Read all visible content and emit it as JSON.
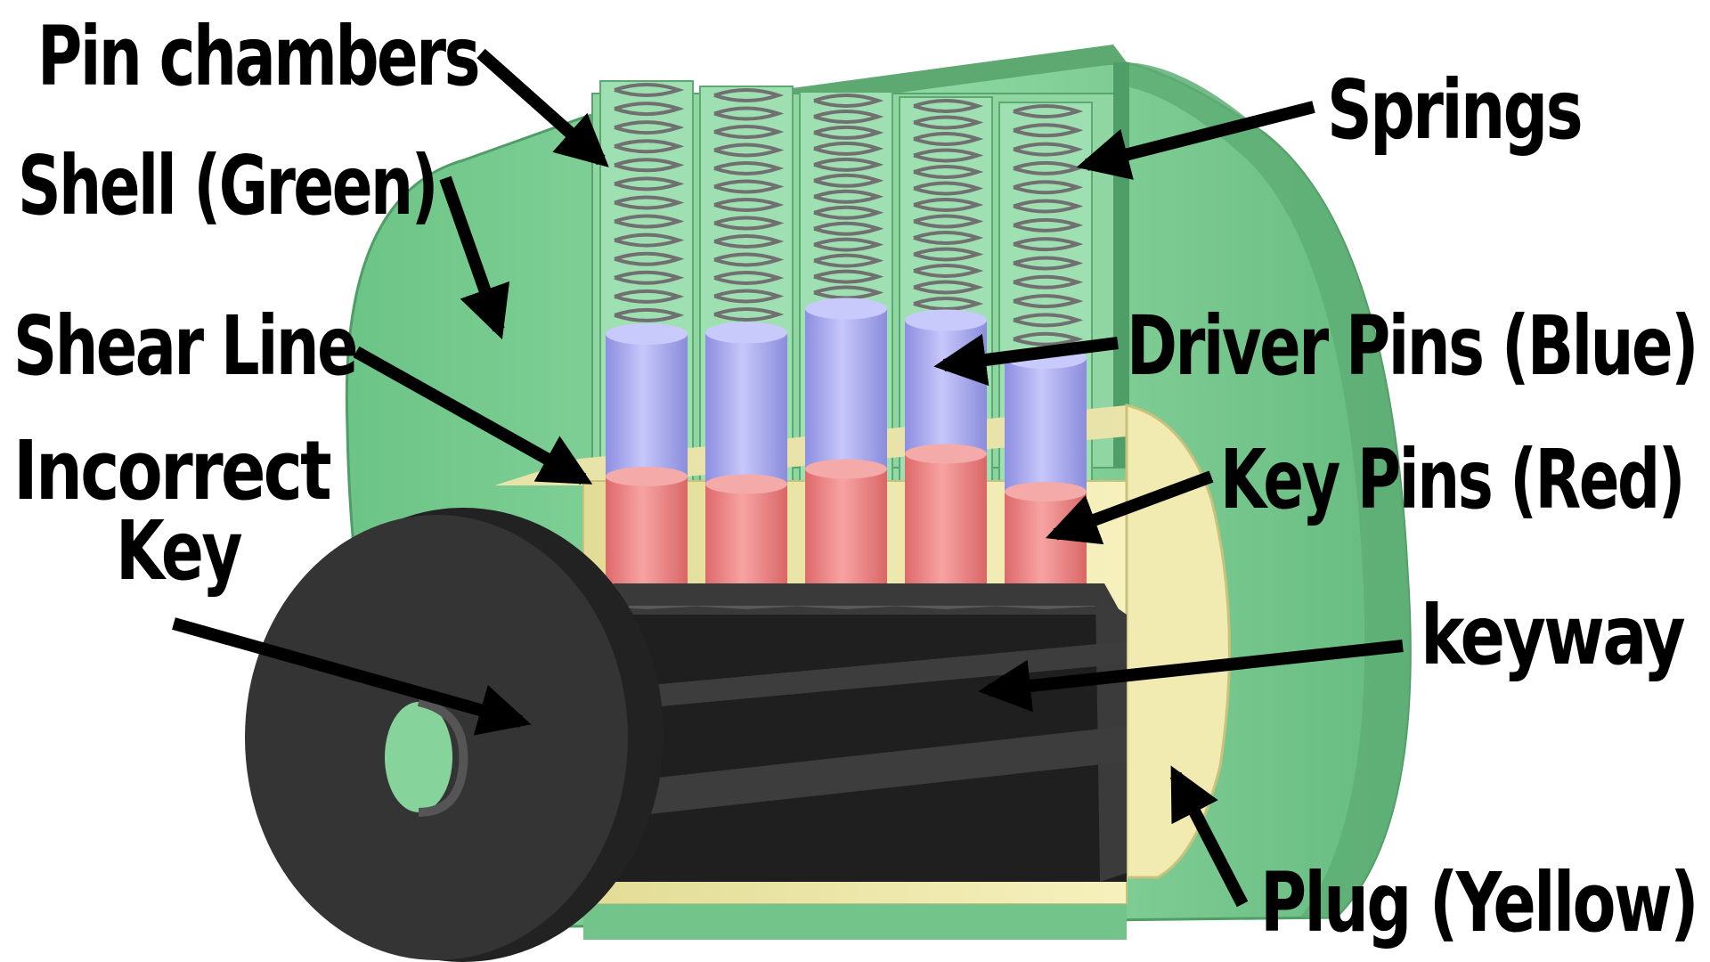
{
  "labels": {
    "pin_chambers": "Pin chambers",
    "shell": "Shell (Green)",
    "shear_line": "Shear Line",
    "incorrect_key_line1": "Incorrect",
    "incorrect_key_line2": "Key",
    "springs": "Springs",
    "driver_pins": "Driver Pins (Blue)",
    "key_pins": "Key Pins (Red)",
    "keyway": "keyway",
    "plug": "Plug (Yellow)"
  },
  "colors": {
    "shell": "#7fcf95",
    "shell_dark": "#5fae76",
    "plug": "#efe9a6",
    "plug_dark": "#c9c27a",
    "driver_pin": "#a9aaf0",
    "key_pin": "#ef8585",
    "spring": "#707070",
    "key": "#2b2b2b"
  },
  "pins": [
    {
      "driver_height_frac": 0.5,
      "key_height_frac": 0.5
    },
    {
      "driver_height_frac": 0.55,
      "key_height_frac": 0.45
    },
    {
      "driver_height_frac": 0.6,
      "key_height_frac": 0.55
    },
    {
      "driver_height_frac": 0.45,
      "key_height_frac": 0.65
    },
    {
      "driver_height_frac": 0.45,
      "key_height_frac": 0.4
    }
  ]
}
